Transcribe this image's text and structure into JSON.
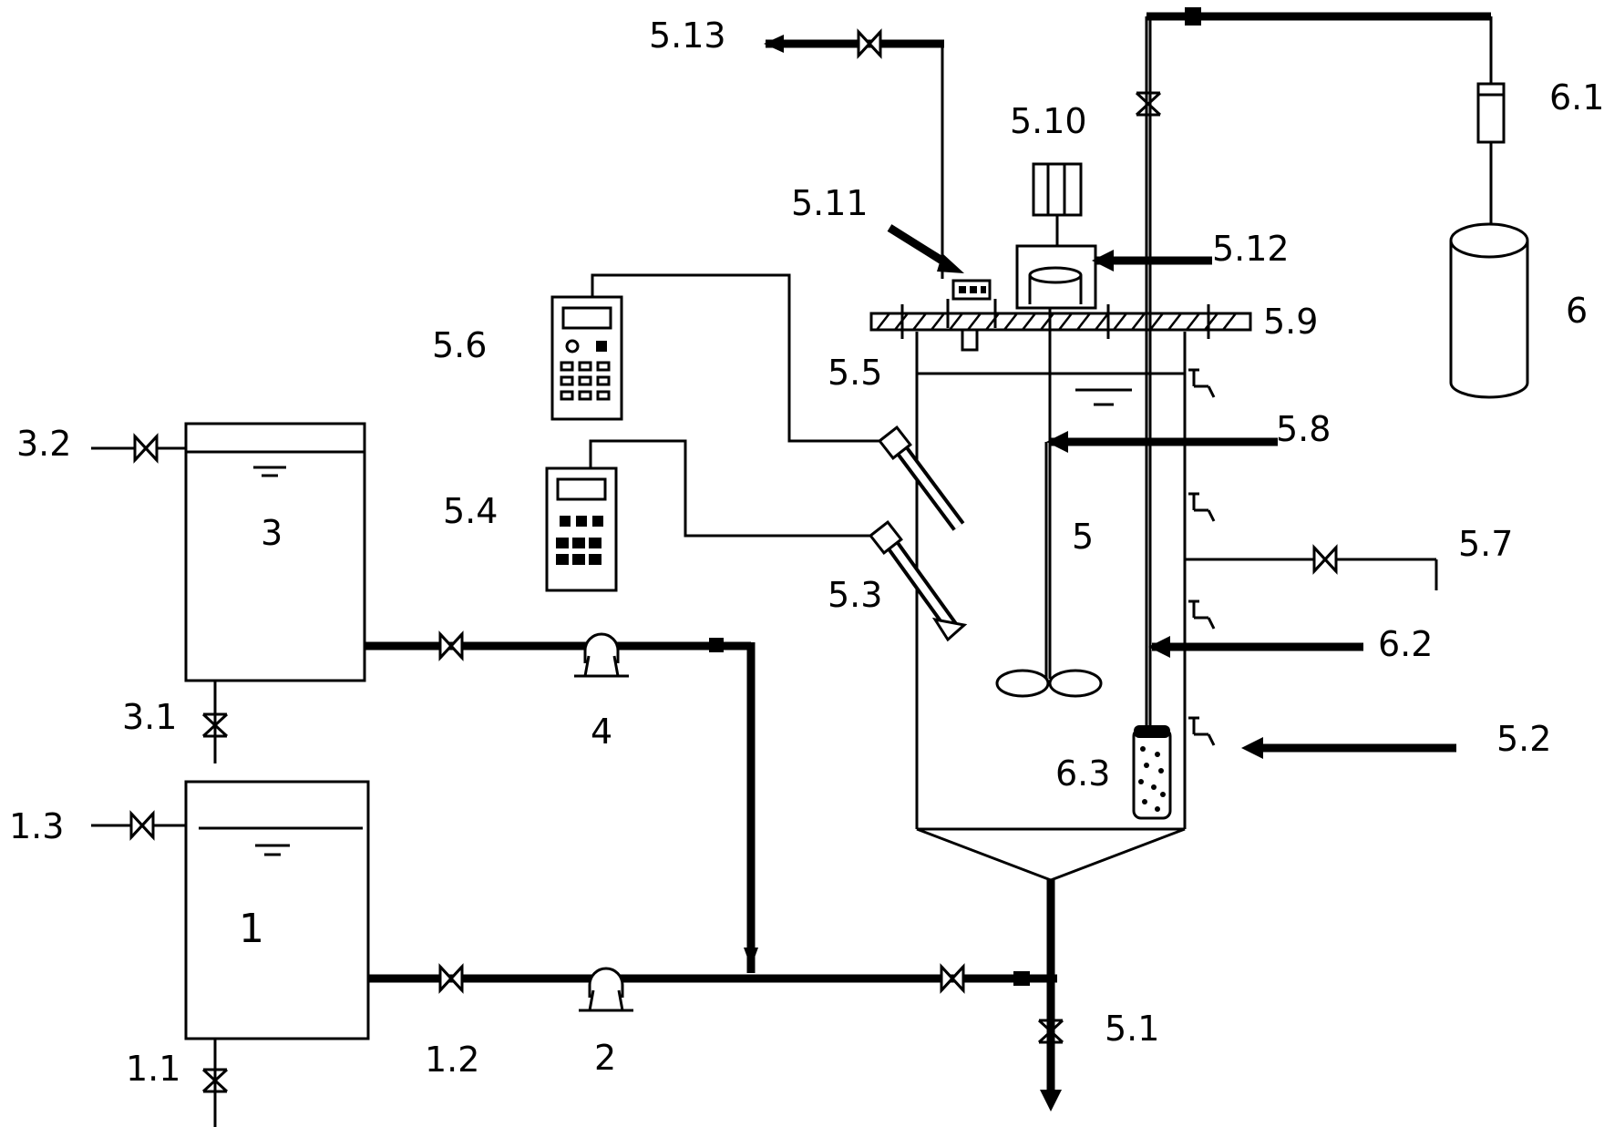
{
  "labels": {
    "l_1": "1",
    "l_1_1": "1.1",
    "l_1_2": "1.2",
    "l_1_3": "1.3",
    "l_2": "2",
    "l_3": "3",
    "l_3_1": "3.1",
    "l_3_2": "3.2",
    "l_4": "4",
    "l_5": "5",
    "l_5_1": "5.1",
    "l_5_2": "5.2",
    "l_5_3": "5.3",
    "l_5_4": "5.4",
    "l_5_5": "5.5",
    "l_5_6": "5.6",
    "l_5_7": "5.7",
    "l_5_8": "5.8",
    "l_5_9": "5.9",
    "l_5_10": "5.10",
    "l_5_11": "5.11",
    "l_5_12": "5.12",
    "l_5_13": "5.13",
    "l_6": "6",
    "l_6_1": "6.1",
    "l_6_2": "6.2",
    "l_6_3": "6.3"
  }
}
